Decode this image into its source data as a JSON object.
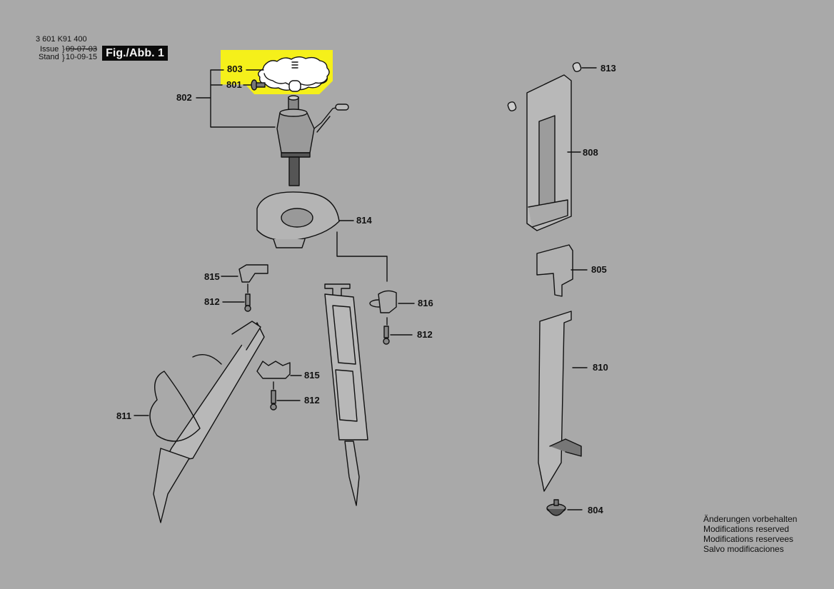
{
  "header": {
    "part_number": "3 601 K91 400",
    "issue_label": "Issue",
    "issue_date": "09-07-03",
    "stand_label": "Stand",
    "stand_date": "10-09-15",
    "figure_label": "Fig./Abb. 1"
  },
  "highlight_color": "#f5f01a",
  "background_color": "#a9a9a9",
  "callouts": [
    {
      "id": "803",
      "label": "803",
      "part": "knob-plate",
      "highlighted": true
    },
    {
      "id": "801",
      "label": "801",
      "part": "thumb-screw"
    },
    {
      "id": "802",
      "label": "802",
      "part": "head-assembly"
    },
    {
      "id": "813",
      "label": "813",
      "part": "pin-caps"
    },
    {
      "id": "808",
      "label": "808",
      "part": "upper-leg"
    },
    {
      "id": "814",
      "label": "814",
      "part": "base-plate"
    },
    {
      "id": "805",
      "label": "805",
      "part": "leg-clamp"
    },
    {
      "id": "815a",
      "label": "815",
      "part": "leg-bracket"
    },
    {
      "id": "812a",
      "label": "812",
      "part": "screw"
    },
    {
      "id": "816",
      "label": "816",
      "part": "bracket-hinge"
    },
    {
      "id": "812b",
      "label": "812",
      "part": "screw"
    },
    {
      "id": "815b",
      "label": "815",
      "part": "leg-bracket"
    },
    {
      "id": "812c",
      "label": "812",
      "part": "screw"
    },
    {
      "id": "810",
      "label": "810",
      "part": "lower-leg"
    },
    {
      "id": "811",
      "label": "811",
      "part": "leg-with-strap"
    },
    {
      "id": "804",
      "label": "804",
      "part": "foot"
    }
  ],
  "notes": [
    "Änderungen vorbehalten",
    "Modifications reserved",
    "Modifications reservees",
    "Salvo modificaciones"
  ]
}
